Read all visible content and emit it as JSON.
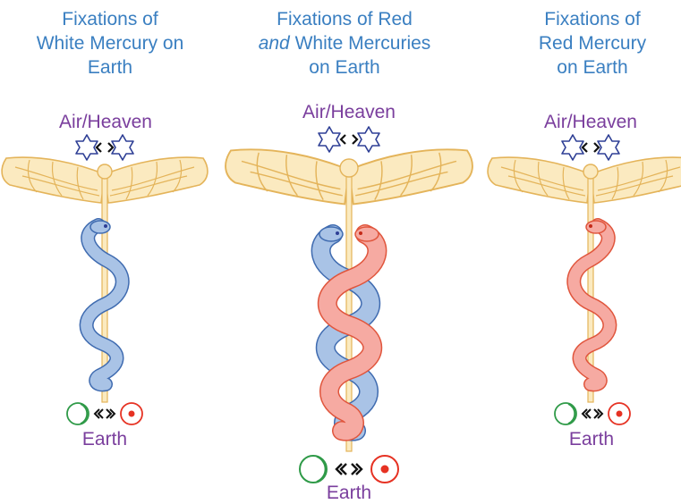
{
  "panels": [
    {
      "title_lines": [
        "Fixations of",
        "White Mercury on",
        "Earth"
      ],
      "top_label": "Air/Heaven",
      "bottom_label": "Earth",
      "snakes": [
        "white"
      ]
    },
    {
      "title_lines": [
        "Fixations of Red",
        "White Mercuries",
        "on Earth"
      ],
      "title_italic_word": "and",
      "top_label": "Air/Heaven",
      "bottom_label": "Earth",
      "snakes": [
        "white",
        "red"
      ]
    },
    {
      "title_lines": [
        "Fixations of",
        "Red Mercury",
        "on Earth"
      ],
      "top_label": "Air/Heaven",
      "bottom_label": "Earth",
      "snakes": [
        "red"
      ]
    }
  ],
  "colors": {
    "title": "#3a7fc1",
    "label": "#7a3e9d",
    "wings_fill": "#fbeac0",
    "wings_stroke": "#e4b45a",
    "white_snake_fill": "#a9c3e6",
    "white_snake_stroke": "#3f6bb0",
    "red_snake_fill": "#f6aaa2",
    "red_snake_stroke": "#e0553c",
    "star_stroke": "#2e3f95",
    "moon_stroke": "#2f9a48",
    "sun_stroke": "#e63223"
  }
}
